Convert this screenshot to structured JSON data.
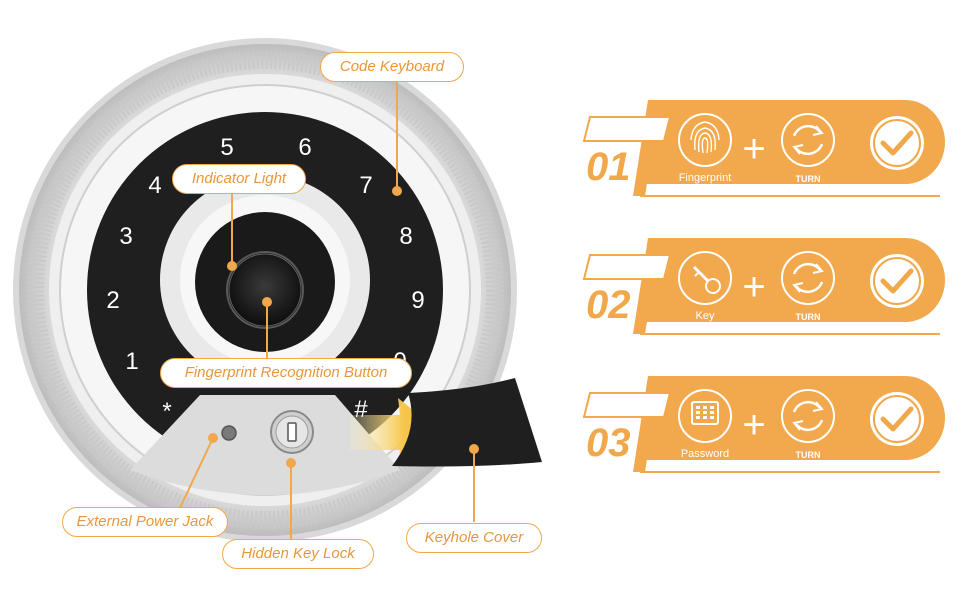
{
  "callouts": {
    "code_keyboard": "Code Keyboard",
    "indicator_light": "Indicator Light",
    "fingerprint_button": "Fingerprint Recognition Button",
    "external_power_jack": "External Power Jack",
    "hidden_key_lock": "Hidden Key Lock",
    "keyhole_cover": "Keyhole Cover"
  },
  "keypad": {
    "keys": [
      "1",
      "2",
      "3",
      "4",
      "5",
      "6",
      "7",
      "8",
      "9",
      "0",
      "*",
      "#"
    ]
  },
  "options": [
    {
      "number": "01",
      "method_label": "Fingerprint",
      "method_icon": "fingerprint-icon",
      "turn_label": "TURN"
    },
    {
      "number": "02",
      "method_label": "Key",
      "method_icon": "key-icon",
      "turn_label": "TURN"
    },
    {
      "number": "03",
      "method_label": "Password",
      "method_icon": "keypad-icon",
      "turn_label": "TURN"
    }
  ],
  "colors": {
    "accent": "#f0a84a",
    "accent_dark": "#e8973a",
    "panel_black": "#1f1f1f",
    "ring_silver": "#d6d6d6"
  }
}
